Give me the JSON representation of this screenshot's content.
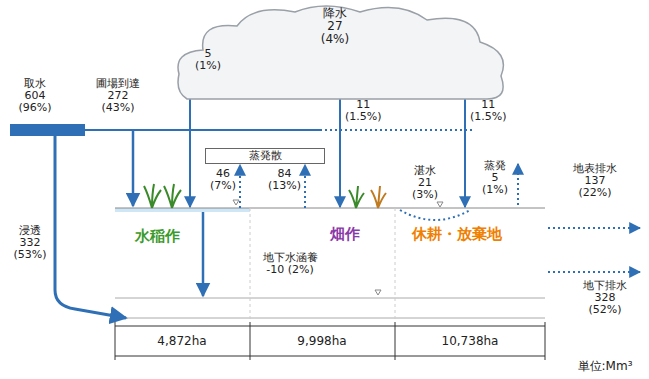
{
  "diagram": {
    "nodes": [
      {
        "text": [
          "降水 27 (4%)"
        ]
      },
      {
        "text": [
          "蒸発散"
        ]
      },
      {
        "text": [
          "水稲作"
        ]
      },
      {
        "text": [
          "畑作"
        ]
      },
      {
        "text": [
          "休耕・放棄地"
        ]
      }
    ],
    "edges": [
      {
        "from": 0,
        "to": 2,
        "arrow": "to",
        "label": "5 (1%)"
      },
      {
        "from": 0,
        "to": 3,
        "arrow": "to",
        "label": "11 (1.5%)"
      },
      {
        "from": 0,
        "to": 4,
        "arrow": "to",
        "label": "11 (1.5%)"
      },
      {
        "from": 2,
        "to": 1,
        "arrow": "to",
        "label": "46 (7%)"
      },
      {
        "from": 3,
        "to": 1,
        "arrow": "to",
        "label": "84 (13%)"
      }
    ],
    "labels": [
      "取水 604 (96%)",
      "圃場到達 272 (43%)",
      "湛水 21 (3%)",
      "蒸発 5 (1%)",
      "地表排水 137 (22%)",
      "浸透 332 (53%)",
      "地下水涵養 -10 (2%)",
      "地下排水 328 (52%)",
      "4,872ha",
      "9,998ha",
      "10,738ha",
      "単位:Mm³"
    ]
  }
}
